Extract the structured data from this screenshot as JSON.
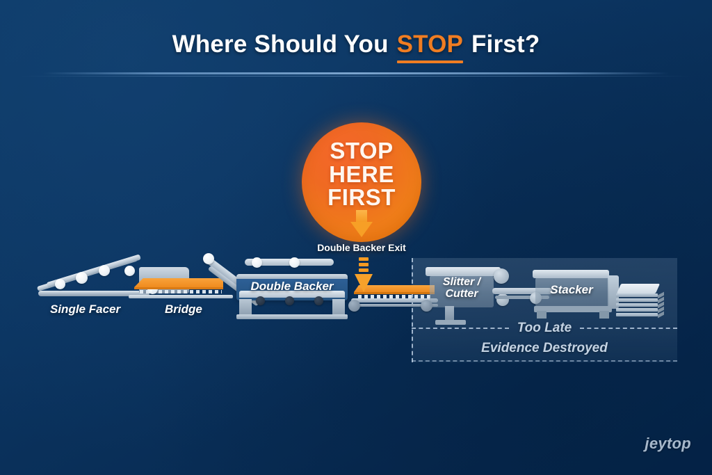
{
  "title": {
    "before": "Where Should You ",
    "accent": "STOP",
    "after": " First?",
    "full": "Where Should You STOP First?"
  },
  "badge": {
    "line1": "STOP",
    "line2": "HERE",
    "line3": "FIRST",
    "arrow_icon": "down-arrow-icon",
    "color": "#ef7a1c"
  },
  "exit_label": "Double Backer Exit",
  "stations": [
    {
      "id": "single-facer",
      "label": "Single Facer"
    },
    {
      "id": "bridge",
      "label": "Bridge"
    },
    {
      "id": "double-backer",
      "label": "Double Backer"
    },
    {
      "id": "slitter-cutter",
      "label_line1": "Slitter /",
      "label_line2": "Cutter"
    },
    {
      "id": "stacker",
      "label": "Stacker"
    }
  ],
  "too_late": {
    "headline": "Too Late",
    "subline": "Evidence Destroyed"
  },
  "logo": "jeytop",
  "colors": {
    "background_top": "#0d3b68",
    "background_bottom": "#042247",
    "accent_orange": "#f07d22",
    "badge_orange": "#ef7a1c",
    "machine_gray": "#b4c3d1",
    "text_white": "#ffffff",
    "muted_text": "#c3d2e2"
  }
}
